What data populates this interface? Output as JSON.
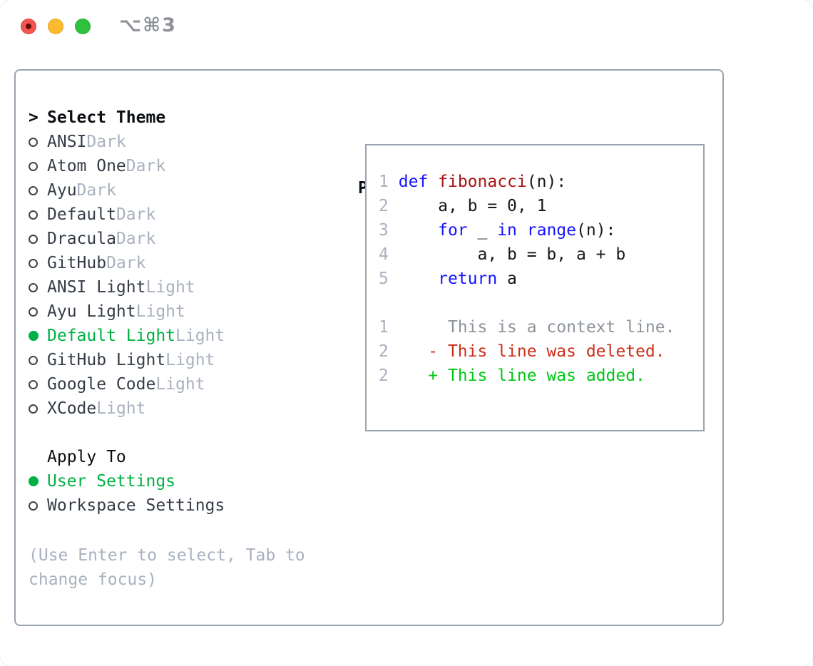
{
  "window": {
    "title": "⌥⌘3",
    "traffic_lights": [
      {
        "name": "close",
        "color": "#f4564f",
        "has_dot": true
      },
      {
        "name": "minimize",
        "color": "#fcbb2e",
        "has_dot": false
      },
      {
        "name": "zoom",
        "color": "#2dc13d",
        "has_dot": false
      }
    ]
  },
  "theme_picker": {
    "header": "Select Theme",
    "focus_caret": ">",
    "items": [
      {
        "label": "ANSI",
        "tag": "Dark",
        "selected": false
      },
      {
        "label": "Atom One",
        "tag": "Dark",
        "selected": false
      },
      {
        "label": "Ayu",
        "tag": "Dark",
        "selected": false
      },
      {
        "label": "Default",
        "tag": "Dark",
        "selected": false
      },
      {
        "label": "Dracula",
        "tag": "Dark",
        "selected": false
      },
      {
        "label": "GitHub",
        "tag": "Dark",
        "selected": false
      },
      {
        "label": "ANSI Light",
        "tag": "Light",
        "selected": false
      },
      {
        "label": "Ayu Light",
        "tag": "Light",
        "selected": false
      },
      {
        "label": "Default Light",
        "tag": "Light",
        "selected": true
      },
      {
        "label": "GitHub Light",
        "tag": "Light",
        "selected": false
      },
      {
        "label": "Google Code",
        "tag": "Light",
        "selected": false
      },
      {
        "label": "XCode",
        "tag": "Light",
        "selected": false
      }
    ]
  },
  "apply_to": {
    "header": "Apply To",
    "options": [
      {
        "label": "User Settings",
        "selected": true
      },
      {
        "label": "Workspace Settings",
        "selected": false
      }
    ]
  },
  "help_text": "(Use Enter to select, Tab to change focus)",
  "preview": {
    "header": "Preview",
    "lines": [
      {
        "num": "1",
        "segments": [
          {
            "t": "def",
            "c": "kw"
          },
          {
            "t": " "
          },
          {
            "t": "fibonacci",
            "c": "fn"
          },
          {
            "t": "(n):"
          }
        ]
      },
      {
        "num": "2",
        "segments": [
          {
            "t": "    a, b = 0, 1"
          }
        ]
      },
      {
        "num": "3",
        "segments": [
          {
            "t": "    "
          },
          {
            "t": "for",
            "c": "kw"
          },
          {
            "t": " _ "
          },
          {
            "t": "in",
            "c": "kw"
          },
          {
            "t": " "
          },
          {
            "t": "range",
            "c": "kw"
          },
          {
            "t": "(n):"
          }
        ]
      },
      {
        "num": "4",
        "segments": [
          {
            "t": "        a, b = b, a + b"
          }
        ]
      },
      {
        "num": "5",
        "segments": [
          {
            "t": "    "
          },
          {
            "t": "return",
            "c": "kw"
          },
          {
            "t": " a"
          }
        ]
      },
      {
        "num": "",
        "segments": []
      },
      {
        "num": "1",
        "segments": [
          {
            "t": "     This is a context line.",
            "c": "ctx"
          }
        ]
      },
      {
        "num": "2",
        "segments": [
          {
            "t": "   - This line was deleted.",
            "c": "del"
          }
        ]
      },
      {
        "num": "2",
        "segments": [
          {
            "t": "   + This line was added.",
            "c": "add"
          }
        ]
      }
    ]
  },
  "colors": {
    "selected_green": "#00b142",
    "added_green": "#00c716",
    "deleted_red": "#cc2f1a",
    "function_red": "#a81414",
    "keyword_blue": "#1414ff",
    "muted_gray": "#a9b1bf",
    "context_gray": "#8d949d",
    "border_gray": "#9aa3b0"
  }
}
